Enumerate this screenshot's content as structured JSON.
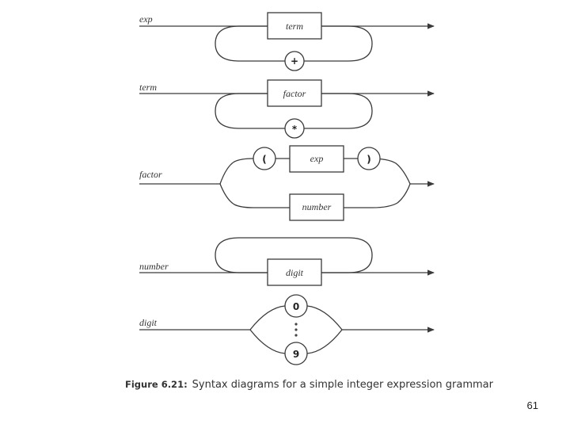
{
  "rules": [
    {
      "name": "exp",
      "box": "term",
      "loop_symbol": "+"
    },
    {
      "name": "term",
      "box": "factor",
      "loop_symbol": "*"
    },
    {
      "name": "factor",
      "open_paren": "(",
      "inner": "exp",
      "close_paren": ")",
      "alt": "number"
    },
    {
      "name": "number",
      "box": "digit"
    },
    {
      "name": "digit",
      "first": "0",
      "last": "9"
    }
  ],
  "caption": {
    "figure_label": "Figure 6.21:",
    "text": "Syntax diagrams for a simple integer expression grammar"
  },
  "page_number": "61"
}
